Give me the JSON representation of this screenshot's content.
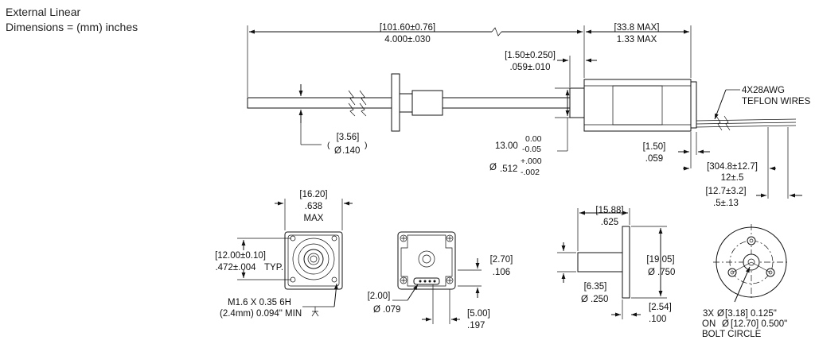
{
  "caption": {
    "line1": "External Linear",
    "line2": "Dimensions = (mm) inches"
  },
  "dims": {
    "overall_len_mm": "[101.60±0.76]",
    "overall_len_in": "4.000±.030",
    "body_len_mm": "[33.8 MAX]",
    "body_len_in": "1.33 MAX",
    "flange_gap_mm": "[1.50±0.250]",
    "flange_gap_in": ".059±.010",
    "wires_note_1": "4X28AWG",
    "wires_note_2": "TEFLON WIRES",
    "screw_dia_mm": "[3.56]",
    "screw_dia_in": ".140",
    "pilot_dia_mm_a": "13.00",
    "pilot_dia_mm_tol_hi": "0.00",
    "pilot_dia_mm_tol_lo": "-0.05",
    "pilot_dia_in": ".512",
    "pilot_dia_in_tol_hi": "+.000",
    "pilot_dia_in_tol_lo": "-.002",
    "rear_gap_mm": "[1.50]",
    "rear_gap_in": ".059",
    "wire_len_mm": "[304.8±12.7]",
    "wire_len_in": "12±.5",
    "strip_len_mm": "[12.7±3.2]",
    "strip_len_in": ".5±.13",
    "square_mm": "[16.20]",
    "square_in": ".638",
    "square_note": "MAX",
    "hole_sp_mm": "[12.00±0.10]",
    "hole_sp_in": ".472±.004",
    "hole_sp_note": "TYP.",
    "thread_note_1": "M1.6 X 0.35 6H",
    "thread_note_2": "(2.4mm) 0.094\" MIN",
    "connector_mm": "[2.70]",
    "connector_in": ".106",
    "pin_dia_mm": "[2.00]",
    "pin_dia_in": ".079",
    "pin_off_mm": "[5.00]",
    "pin_off_in": ".197",
    "nut_len_mm": "[15.88]",
    "nut_len_in": ".625",
    "nut_flange_mm": "[19.05]",
    "nut_flange_in": ".750",
    "nut_body_mm": "[6.35]",
    "nut_body_in": ".250",
    "nut_thick_mm": "[2.54]",
    "nut_thick_in": ".100",
    "bolt_note_1": "3X",
    "bolt_note_1b": "[3.18] 0.125\"",
    "bolt_note_2": "ON",
    "bolt_note_2b": "[12.70] 0.500\"",
    "bolt_note_3": "BOLT CIRCLE"
  }
}
